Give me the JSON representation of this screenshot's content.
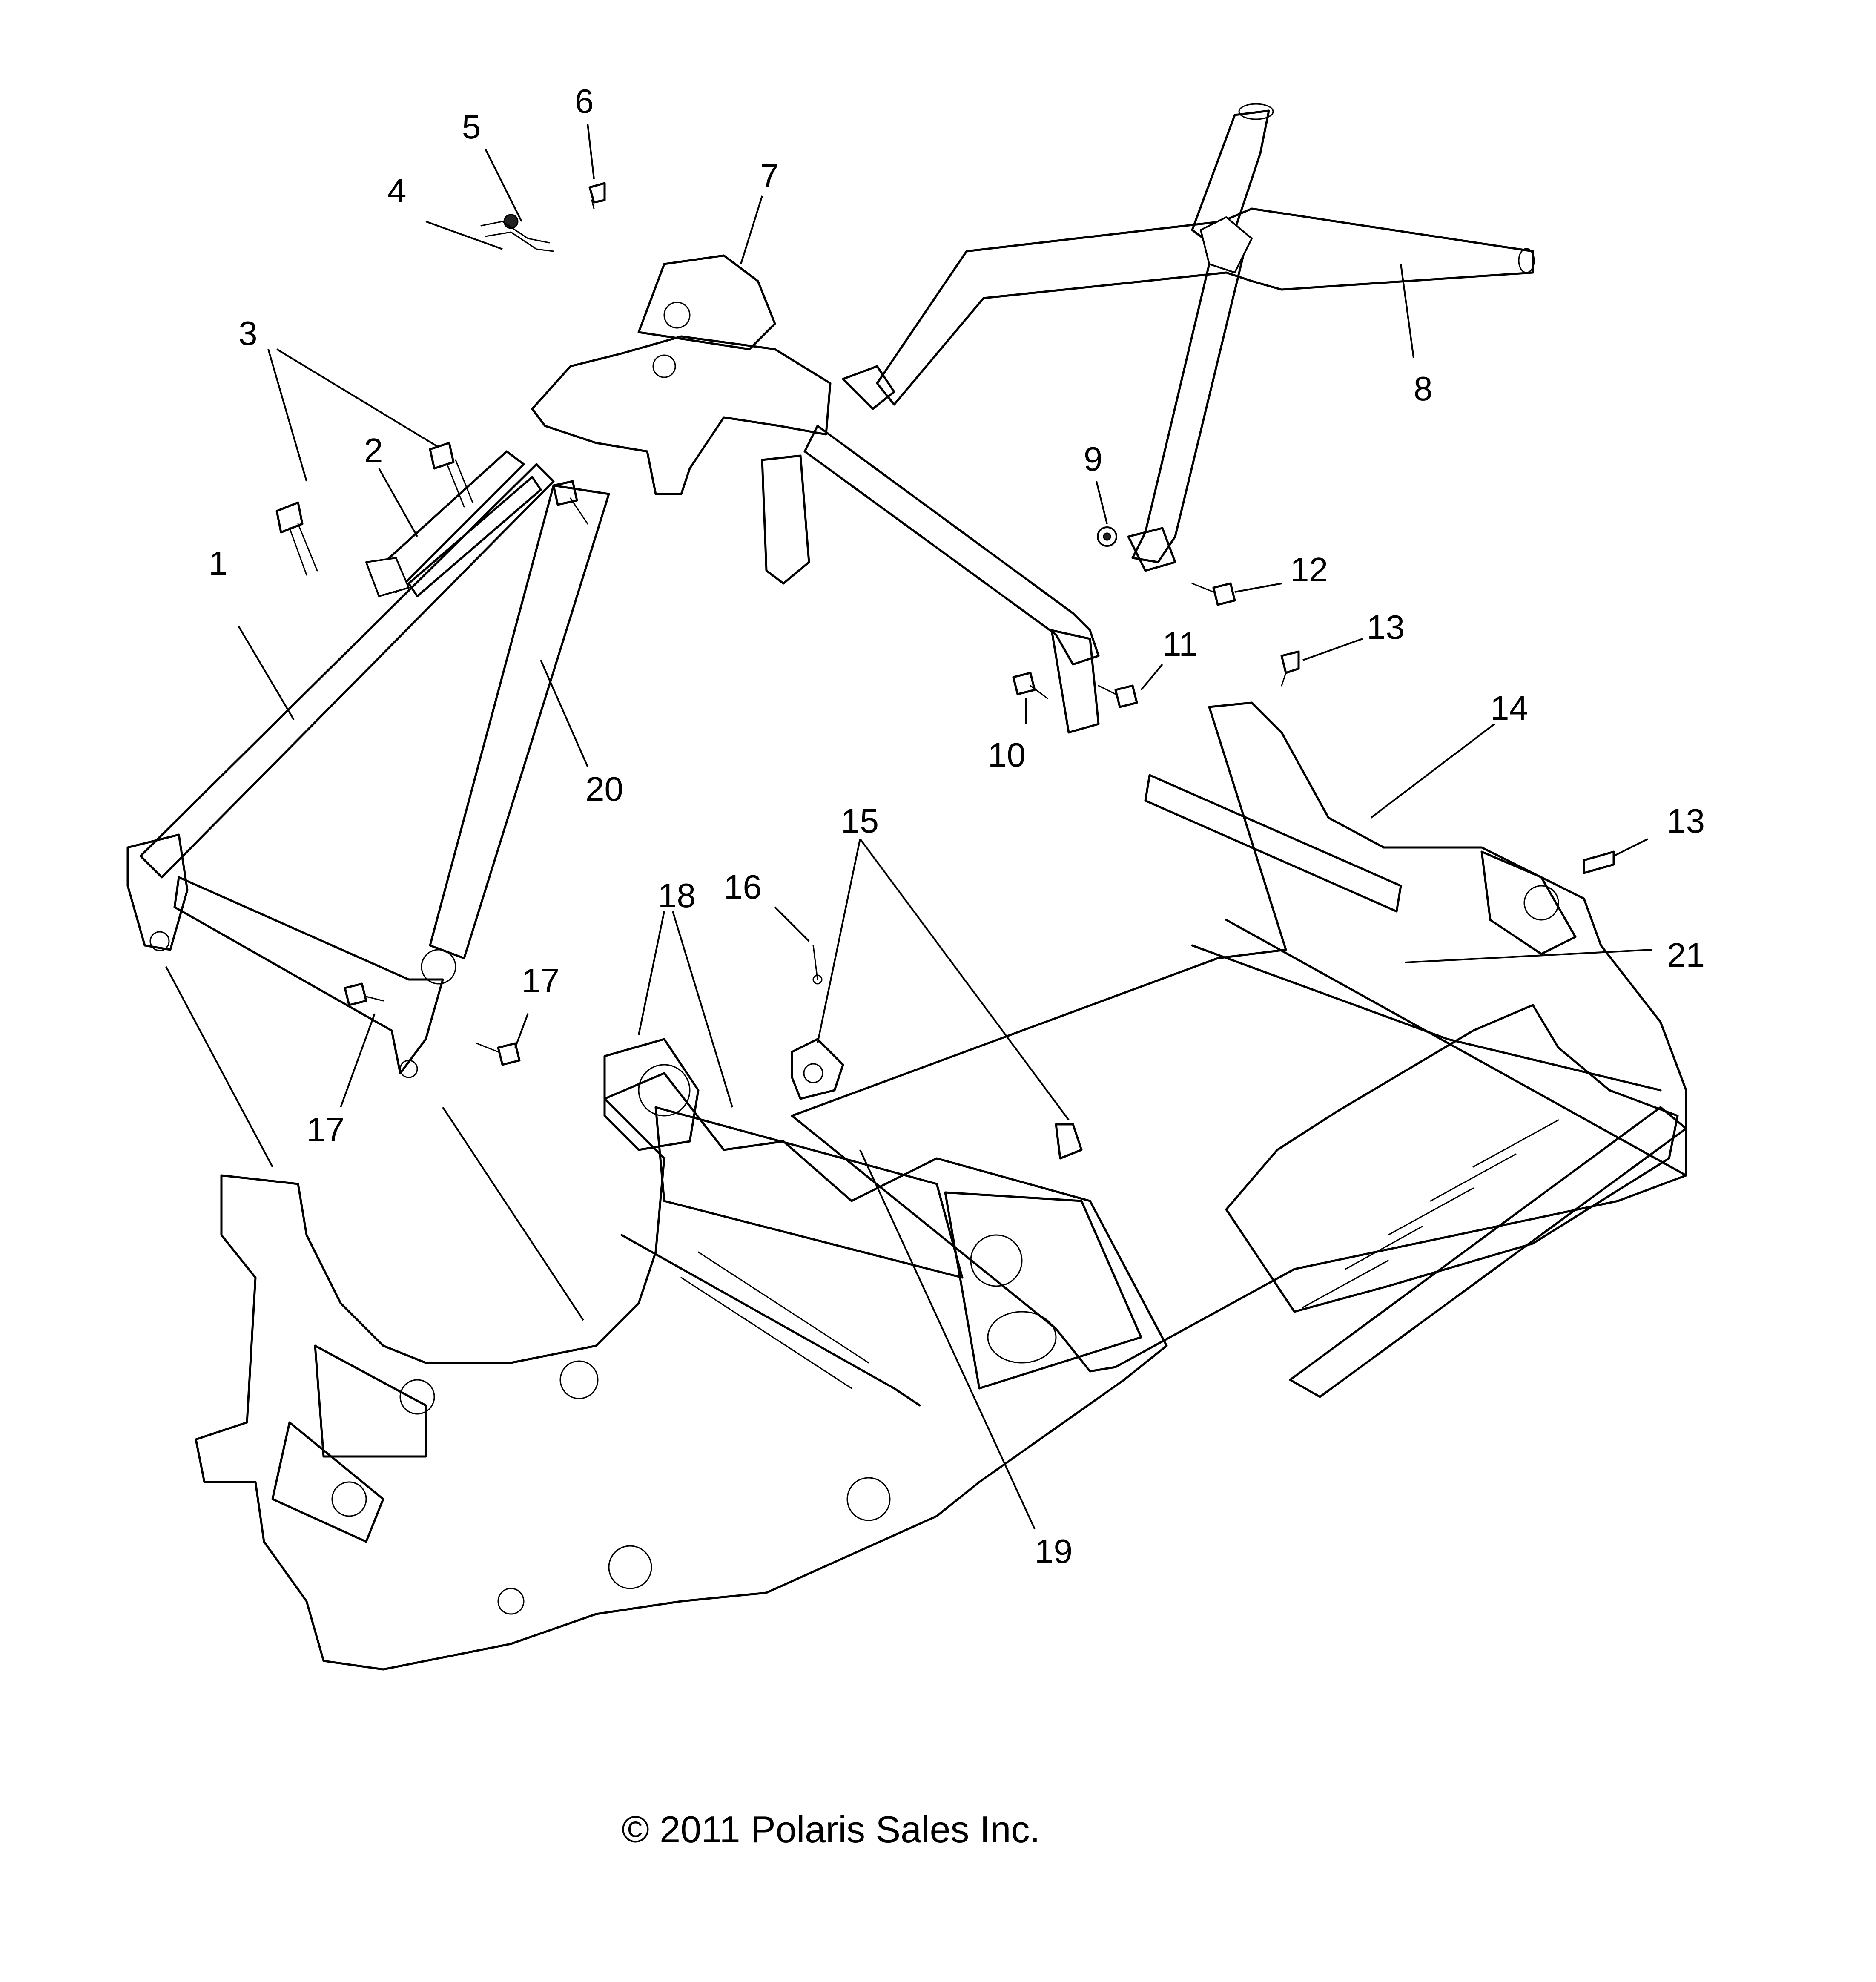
{
  "callouts": [
    {
      "number": "1"
    },
    {
      "number": "2"
    },
    {
      "number": "3"
    },
    {
      "number": "4"
    },
    {
      "number": "5"
    },
    {
      "number": "6"
    },
    {
      "number": "7"
    },
    {
      "number": "8"
    },
    {
      "number": "9"
    },
    {
      "number": "10"
    },
    {
      "number": "11"
    },
    {
      "number": "12"
    },
    {
      "number": "13"
    },
    {
      "number": "13"
    },
    {
      "number": "14"
    },
    {
      "number": "15"
    },
    {
      "number": "16"
    },
    {
      "number": "17"
    },
    {
      "number": "17"
    },
    {
      "number": "18"
    },
    {
      "number": "19"
    },
    {
      "number": "20"
    },
    {
      "number": "21"
    }
  ],
  "copyright": "© 2011 Polaris Sales Inc."
}
